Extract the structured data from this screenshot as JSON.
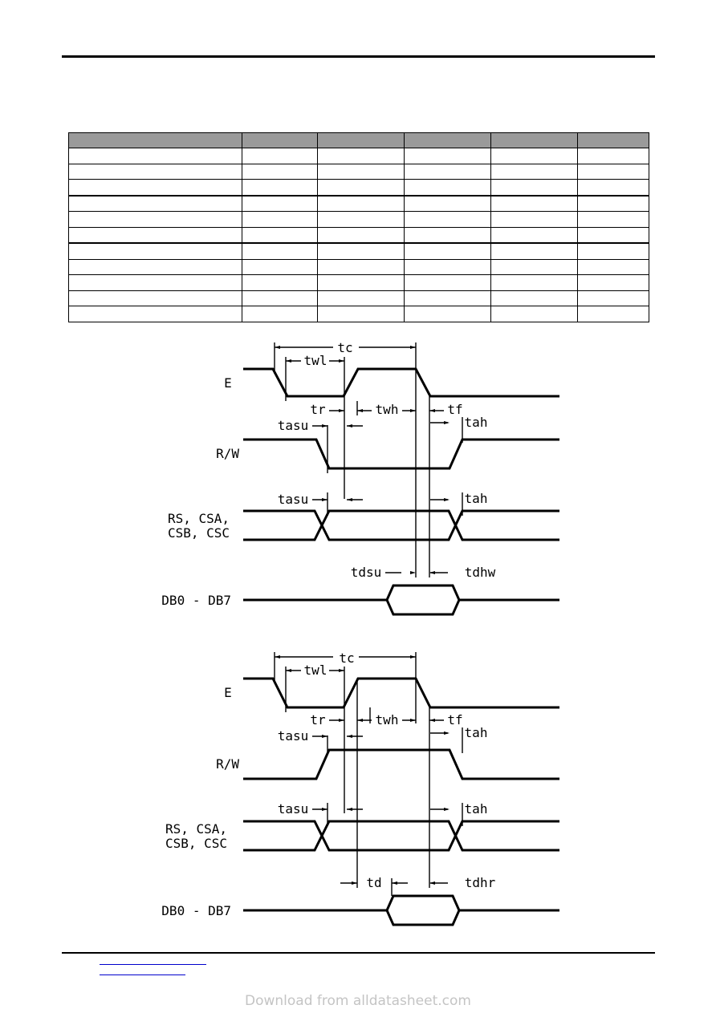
{
  "write_timing": {
    "signals": {
      "e": "E",
      "rw": "R/W",
      "rs_line1": "RS, CSA,",
      "rs_line2": "CSB, CSC",
      "db": "DB0 - DB7"
    },
    "params": {
      "tc": "tc",
      "twl": "twl",
      "tr": "tr",
      "twh": "twh",
      "tf": "tf",
      "tasu_rw": "tasu",
      "tah_rw": "tah",
      "tasu_rs": "tasu",
      "tah_rs": "tah",
      "tdsu": "tdsu",
      "tdhw": "tdhw"
    }
  },
  "read_timing": {
    "signals": {
      "e": "E",
      "rw": "R/W",
      "rs_line1": "RS, CSA,",
      "rs_line2": "CSB, CSC",
      "db": "DB0 - DB7"
    },
    "params": {
      "tc": "tc",
      "twl": "twl",
      "tr": "tr",
      "twh": "twh",
      "tf": "tf",
      "tasu_rw": "tasu",
      "tah_rw": "tah",
      "tasu_rs": "tasu",
      "tah_rs": "tah",
      "td": "td",
      "tdhr": "tdhr"
    }
  },
  "footer": {
    "watermark": "Download from alldatasheet.com"
  }
}
